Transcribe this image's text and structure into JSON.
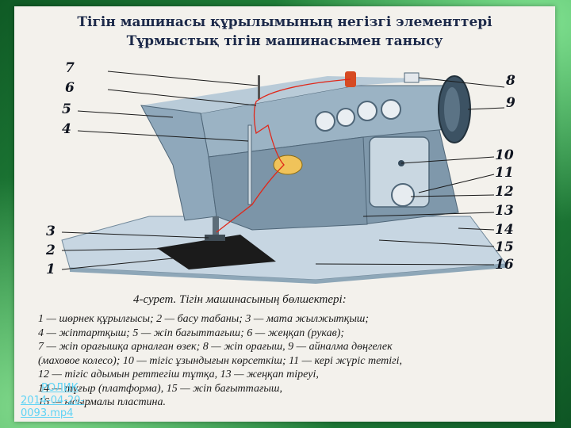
{
  "title": {
    "line1": "Тігін машинасы құрылымының негізгі элементтері",
    "line2": "Тұрмыстық тігін машинасымен танысу"
  },
  "callouts": [
    "1",
    "2",
    "3",
    "4",
    "5",
    "6",
    "7",
    "8",
    "9",
    "10",
    "11",
    "12",
    "13",
    "14",
    "15",
    "16"
  ],
  "caption": "4-сурет. Тігін машинасының бөлшектері:",
  "legend": [
    "1 — шөрнек құрылғысы; 2 — басу табаны; 3 — мата жылжытқыш;",
    "4 — жіптартқыш; 5 — жіп бағыттағыш; 6 — жеңқап (рукав);",
    "7 — жіп орағышқа арналған өзек; 8 — жіп орағыш, 9 — айналма дөңгелек",
    "(маховое колесо); 10 — тігіс ұзындығын көрсеткіш; 11 — кері жүріс тетігі,",
    "12 — тігіс адымын реттегіш тұтқа, 13 — жеңқап тіреуі,",
    "14 — түғыр (платформа), 15 — жіп бағыттағыш,",
    "16 — ысырмалы пластина."
  ],
  "video": {
    "label": "РОЛИК",
    "filename_line1": "2014-04-20-",
    "filename_line2": "0093.mp4"
  },
  "colors": {
    "machine_body": "#8fa8bb",
    "machine_dark": "#4f6678",
    "platform": "#c7d6e2",
    "thread": "#e0281a",
    "background_green": "#1f7d3a",
    "link": "#5fd3f5"
  }
}
